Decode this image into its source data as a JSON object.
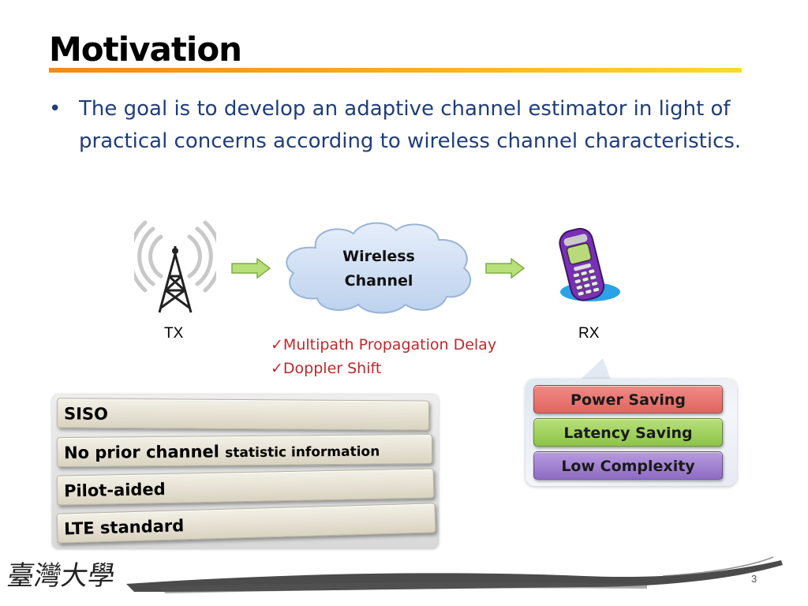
{
  "slide": {
    "title": "Motivation",
    "bullet": "The goal is to develop an adaptive channel estimator in light of practical concerns according to wireless channel characteristics.",
    "bullet_marker": "•",
    "page_number": "3"
  },
  "diagram": {
    "tx_label": "TX",
    "rx_label": "RX",
    "cloud_line1": "Wireless",
    "cloud_line2": "Channel",
    "concerns": [
      "✓Multipath Propagation Delay",
      "✓Doppler Shift"
    ]
  },
  "assumptions": [
    {
      "bold": "SISO",
      "small": ""
    },
    {
      "bold": "No prior channel ",
      "small": "statistic information"
    },
    {
      "bold": "Pilot-aided",
      "small": ""
    },
    {
      "bold": "LTE standard",
      "small": ""
    }
  ],
  "requirements": [
    "Power Saving",
    "Latency Saving",
    "Low Complexity"
  ],
  "logo": {
    "text": "臺灣大學"
  },
  "colors": {
    "title_rule_start": "#f08a1c",
    "title_rule_end": "#fadb2a",
    "bullet_text": "#1f3d7a",
    "concern_text": "#c0282a",
    "arrow_fill": "#b8e07a",
    "cloud_fill": "#cfe0f5"
  }
}
